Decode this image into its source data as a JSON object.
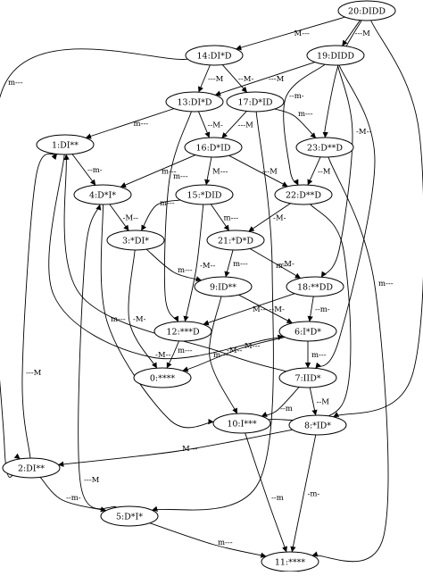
{
  "graph": {
    "nodes": [
      {
        "id": "n20",
        "label": "20:DIDD"
      },
      {
        "id": "n14",
        "label": "14:DI*D"
      },
      {
        "id": "n19",
        "label": "19:DIDD"
      },
      {
        "id": "n13",
        "label": "13:DI*D"
      },
      {
        "id": "n17",
        "label": "17:D*ID"
      },
      {
        "id": "n1",
        "label": "1:DI**"
      },
      {
        "id": "n16",
        "label": "16:D*ID"
      },
      {
        "id": "n23",
        "label": "23:D**D"
      },
      {
        "id": "n4",
        "label": "4:D*I*"
      },
      {
        "id": "n15",
        "label": "15:*DID"
      },
      {
        "id": "n22",
        "label": "22:D**D"
      },
      {
        "id": "n3",
        "label": "3:*DI*"
      },
      {
        "id": "n21",
        "label": "21:*D*D"
      },
      {
        "id": "n9",
        "label": "9:ID**"
      },
      {
        "id": "n18",
        "label": "18:**DD"
      },
      {
        "id": "n12",
        "label": "12:***D"
      },
      {
        "id": "n6",
        "label": "6:I*D*"
      },
      {
        "id": "n0",
        "label": "0:****"
      },
      {
        "id": "n7",
        "label": "7:IID*"
      },
      {
        "id": "n10",
        "label": "10:I***"
      },
      {
        "id": "n8",
        "label": "8:*ID*"
      },
      {
        "id": "n2",
        "label": "2:DI**"
      },
      {
        "id": "n5",
        "label": "5:D*I*"
      },
      {
        "id": "n11",
        "label": "11:****"
      }
    ],
    "edges": [
      {
        "from": "n20",
        "to": "n14",
        "label": "M---"
      },
      {
        "from": "n20",
        "to": "n19",
        "label": "---M"
      },
      {
        "from": "n20",
        "to": "n23",
        "label": ""
      },
      {
        "from": "n20",
        "to": "n8",
        "label": "m---"
      },
      {
        "from": "n14",
        "to": "n13",
        "label": "---M"
      },
      {
        "from": "n14",
        "to": "n17",
        "label": "--M-"
      },
      {
        "from": "n14",
        "to": "n2",
        "label": "m---"
      },
      {
        "from": "n19",
        "to": "n13",
        "label": "---M"
      },
      {
        "from": "n19",
        "to": "n22",
        "label": "--m-"
      },
      {
        "from": "n19",
        "to": "n18",
        "label": "-M--"
      },
      {
        "from": "n19",
        "to": "n7",
        "label": ""
      },
      {
        "from": "n13",
        "to": "n1",
        "label": "m---"
      },
      {
        "from": "n13",
        "to": "n16",
        "label": "--M-"
      },
      {
        "from": "n13",
        "to": "n12",
        "label": "m---"
      },
      {
        "from": "n17",
        "to": "n16",
        "label": "---M"
      },
      {
        "from": "n17",
        "to": "n23",
        "label": "m---"
      },
      {
        "from": "n17",
        "to": "n5",
        "label": "m---"
      },
      {
        "from": "n1",
        "to": "n4",
        "label": "--m-"
      },
      {
        "from": "n1",
        "to": "n6",
        "label": "-M--"
      },
      {
        "from": "n16",
        "to": "n4",
        "label": "m---"
      },
      {
        "from": "n16",
        "to": "n15",
        "label": "M---"
      },
      {
        "from": "n16",
        "to": "n22",
        "label": "---M"
      },
      {
        "from": "n23",
        "to": "n22",
        "label": "--M"
      },
      {
        "from": "n23",
        "to": "n11",
        "label": "m---"
      },
      {
        "from": "n4",
        "to": "n3",
        "label": "-M--"
      },
      {
        "from": "n4",
        "to": "n10",
        "label": "m---"
      },
      {
        "from": "n15",
        "to": "n3",
        "label": "m---"
      },
      {
        "from": "n15",
        "to": "n12",
        "label": "-M--"
      },
      {
        "from": "n15",
        "to": "n21",
        "label": "m---"
      },
      {
        "from": "n22",
        "to": "n21",
        "label": "-M-"
      },
      {
        "from": "n22",
        "to": "n10",
        "label": ""
      },
      {
        "from": "n3",
        "to": "n9",
        "label": "m---"
      },
      {
        "from": "n3",
        "to": "n0",
        "label": "-M-"
      },
      {
        "from": "n21",
        "to": "n9",
        "label": "m---"
      },
      {
        "from": "n21",
        "to": "n18",
        "label": "--M-"
      },
      {
        "from": "n9",
        "to": "n6",
        "label": "--M-"
      },
      {
        "from": "n9",
        "to": "n10",
        "label": "m---"
      },
      {
        "from": "n18",
        "to": "n12",
        "label": "M---"
      },
      {
        "from": "n18",
        "to": "n6",
        "label": "--m-"
      },
      {
        "from": "n12",
        "to": "n0",
        "label": "m---"
      },
      {
        "from": "n6",
        "to": "n0",
        "label": "M---"
      },
      {
        "from": "n6",
        "to": "n7",
        "label": "m---"
      },
      {
        "from": "n7",
        "to": "n1",
        "label": "-M--"
      },
      {
        "from": "n7",
        "to": "n10",
        "label": "--m"
      },
      {
        "from": "n7",
        "to": "n8",
        "label": "--M"
      },
      {
        "from": "n8",
        "to": "n2",
        "label": "M---"
      },
      {
        "from": "n8",
        "to": "n11",
        "label": "-m-"
      },
      {
        "from": "n2",
        "to": "n1",
        "label": "---M"
      },
      {
        "from": "n2",
        "to": "n5",
        "label": "--m-"
      },
      {
        "from": "n5",
        "to": "n4",
        "label": "---M"
      },
      {
        "from": "n5",
        "to": "n11",
        "label": "m---"
      },
      {
        "from": "n10",
        "to": "n11",
        "label": "--m"
      }
    ]
  }
}
